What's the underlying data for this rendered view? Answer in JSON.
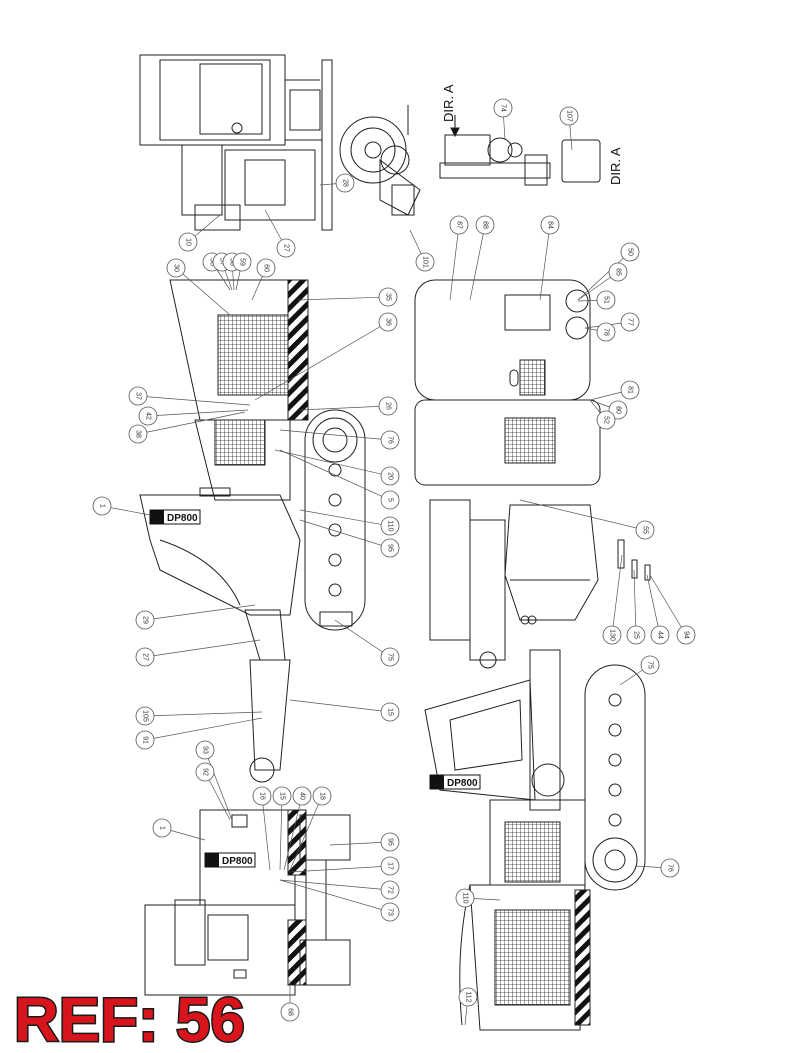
{
  "labels": [
    "74",
    "107",
    "28",
    "10",
    "27",
    "101",
    "87",
    "88",
    "84",
    "56",
    "57",
    "58",
    "59",
    "30",
    "60",
    "35",
    "50",
    "85",
    "51",
    "77",
    "78",
    "36",
    "37",
    "42",
    "38",
    "26",
    "81",
    "80",
    "52",
    "76",
    "20",
    "5",
    "1",
    "110",
    "95",
    "55",
    "29",
    "130",
    "25",
    "44",
    "94",
    "27",
    "75",
    "105",
    "15",
    "91",
    "75",
    "93",
    "92",
    "1",
    "16",
    "40",
    "15",
    "18",
    "95",
    "17",
    "72",
    "73",
    "76",
    "110",
    "68",
    "112"
  ],
  "direction_labels": [
    "DIR. A",
    "DIR. A"
  ],
  "logo_text": [
    "DP800",
    "DP800",
    "DP800"
  ],
  "ref_badge": {
    "text": "REF: 56",
    "fill": "#d8141c",
    "outline": "#1a1a1a"
  },
  "colors": {
    "ink": "#222222",
    "hatch": "#111111",
    "callout": "#555555"
  }
}
